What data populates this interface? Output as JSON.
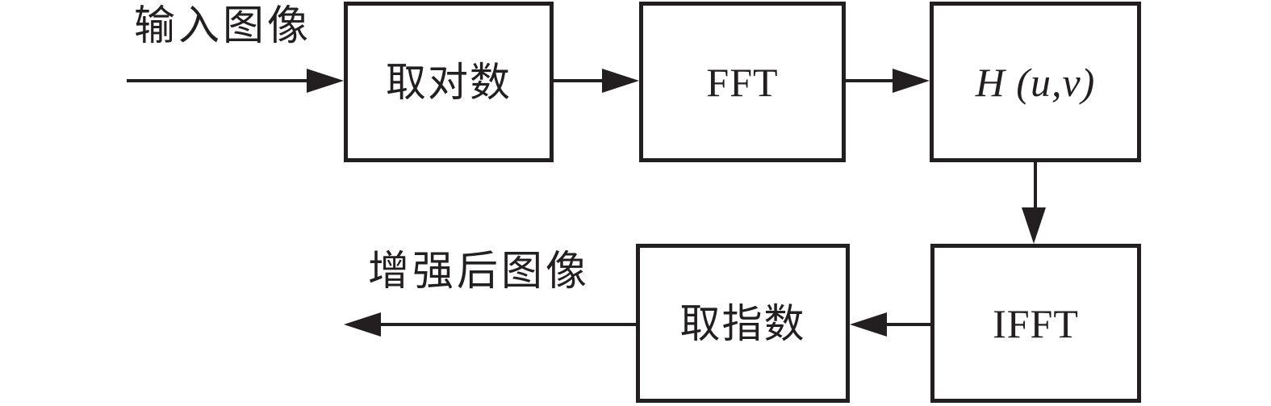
{
  "diagram": {
    "input_label": "输入图像",
    "output_label": "增强后图像",
    "boxes": [
      {
        "id": "take-log",
        "label": "取对数"
      },
      {
        "id": "fft",
        "label": "FFT"
      },
      {
        "id": "huv",
        "label": "H (u,v)"
      },
      {
        "id": "ifft",
        "label": "IFFT"
      },
      {
        "id": "take-exp",
        "label": "取指数"
      }
    ],
    "arrows": [
      {
        "id": "input-to-log",
        "direction": "right"
      },
      {
        "id": "log-to-fft",
        "direction": "right"
      },
      {
        "id": "fft-to-huv",
        "direction": "right"
      },
      {
        "id": "huv-to-ifft",
        "direction": "down"
      },
      {
        "id": "ifft-to-exp",
        "direction": "left"
      },
      {
        "id": "exp-to-output",
        "direction": "left"
      }
    ],
    "colors": {
      "stroke": "#231f20",
      "background": "#ffffff"
    }
  }
}
